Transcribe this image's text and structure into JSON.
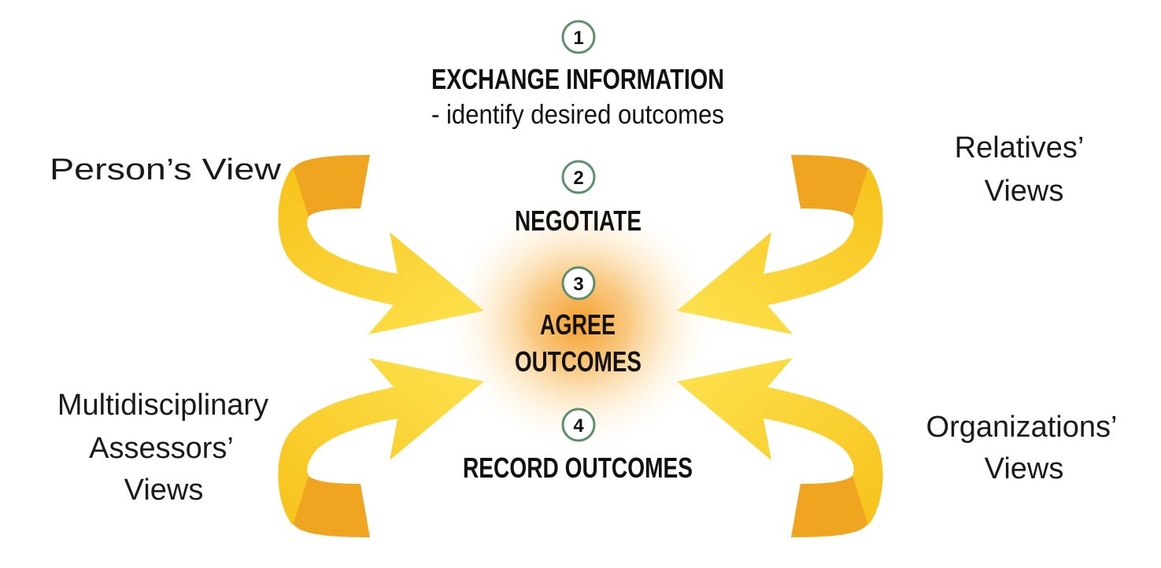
{
  "colors": {
    "arrow_front": "#f8c81e",
    "arrow_front_light": "#fde34f",
    "arrow_back": "#f0a521",
    "glow": "#f5a42a",
    "badge_stroke": "#5e8f6c",
    "text": "#111111"
  },
  "steps": [
    {
      "number": "1",
      "title": "EXCHANGE INFORMATION",
      "subtitle": "- identify desired outcomes"
    },
    {
      "number": "2",
      "title": "NEGOTIATE"
    },
    {
      "number": "3",
      "title_line1": "AGREE",
      "title_line2": "OUTCOMES"
    },
    {
      "number": "4",
      "title": "RECORD OUTCOMES"
    }
  ],
  "views": {
    "person": "Person’s View",
    "relatives": {
      "line1": "Relatives’",
      "line2": "Views"
    },
    "assessors": {
      "line1": "Multidisciplinary",
      "line2": "Assessors’",
      "line3": "Views"
    },
    "organizations": {
      "line1": "Organizations’",
      "line2": "Views"
    }
  }
}
